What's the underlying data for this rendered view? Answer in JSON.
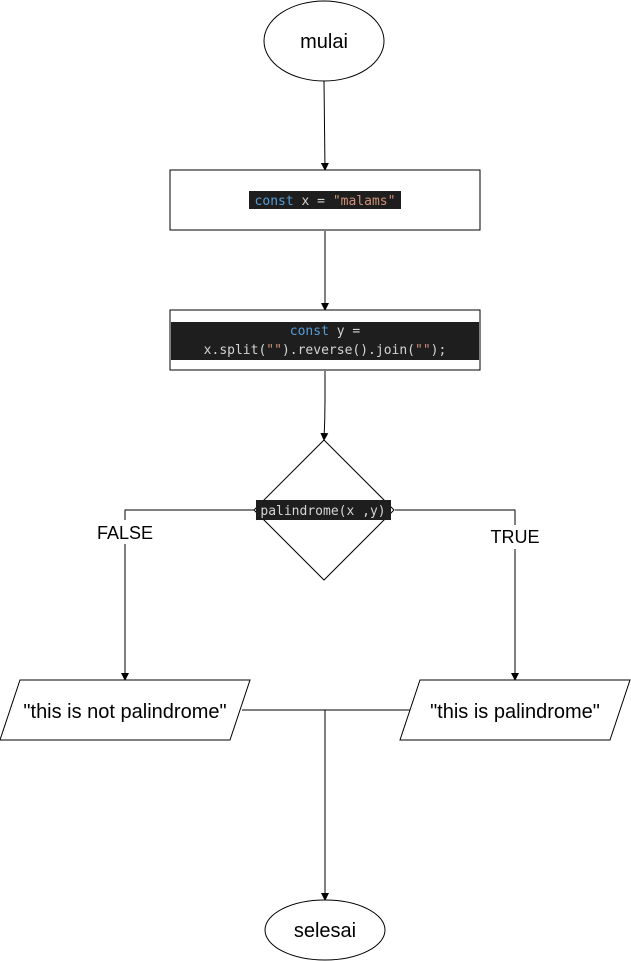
{
  "start": {
    "label": "mulai"
  },
  "step1": {
    "code": [
      [
        {
          "t": "const",
          "c": "kw"
        },
        {
          "t": " x = ",
          "c": "plain"
        },
        {
          "t": "\"malams\"",
          "c": "str"
        }
      ]
    ]
  },
  "step2": {
    "code": [
      [
        {
          "t": "const",
          "c": "kw"
        },
        {
          "t": " y =",
          "c": "plain"
        }
      ],
      [
        {
          "t": "x.split(",
          "c": "plain"
        },
        {
          "t": "\"\"",
          "c": "str"
        },
        {
          "t": ").reverse().join(",
          "c": "plain"
        },
        {
          "t": "\"\"",
          "c": "str"
        },
        {
          "t": ");",
          "c": "plain"
        }
      ]
    ]
  },
  "decision": {
    "label": "palindrome(x ,y)"
  },
  "branches": {
    "false_label": "FALSE",
    "true_label": "TRUE"
  },
  "output_false": {
    "label": "\"this is not palindrome\""
  },
  "output_true": {
    "label": "\"this is palindrome\""
  },
  "end": {
    "label": "selesai"
  },
  "colors": {
    "code_bg": "#1e1e1e",
    "keyword": "#569cd6",
    "plain": "#d4d4d4",
    "string": "#ce9178"
  }
}
